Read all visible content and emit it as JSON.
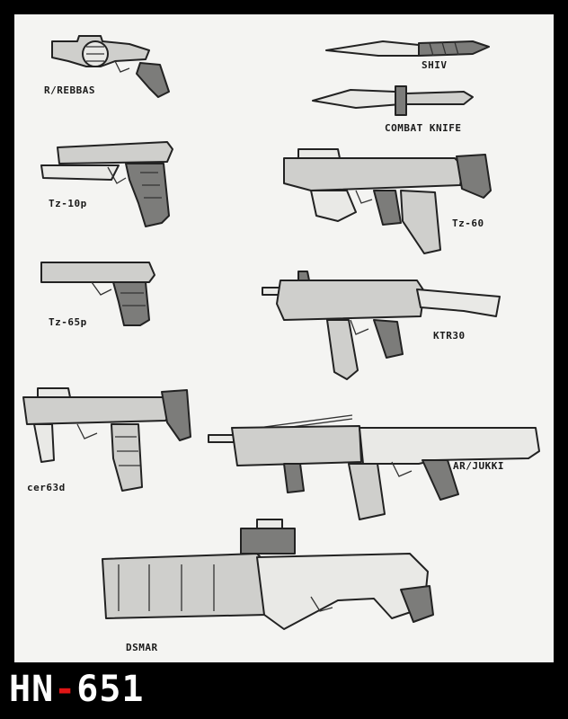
{
  "brand": {
    "left": "HN",
    "sep": "-",
    "right": "651",
    "sep_color": "#e01515"
  },
  "labels": {
    "revolver": "R/REBBAS",
    "shiv": "SHIV",
    "combat_knife": "COMBAT KNIFE",
    "tz10p": "Tz-10p",
    "tz60": "Tz-60",
    "tz65p": "Tz-65p",
    "ktr30": "KTR30",
    "cer63d": "cer63d",
    "arjukki": "AR/JUKKI",
    "dsmar": "DSMAR"
  }
}
